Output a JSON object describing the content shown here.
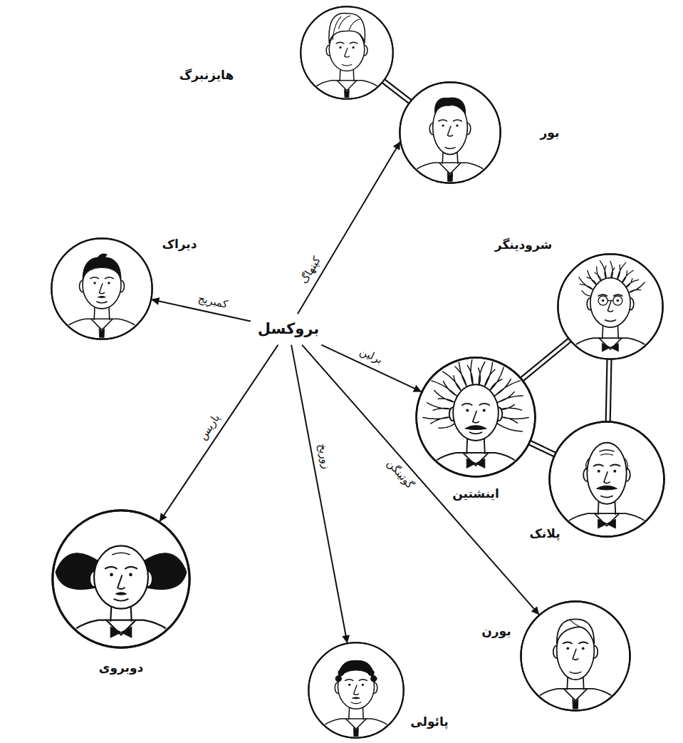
{
  "diagram": {
    "nodes": [
      {
        "text": [
          "هایزنبرگ"
        ]
      },
      {
        "text": [
          "بور"
        ]
      },
      {
        "text": [
          "دیراک"
        ]
      },
      {
        "text": [
          "شرودینگر"
        ]
      },
      {
        "text": [
          "بروکسل"
        ]
      },
      {
        "text": [
          "اینشتین"
        ]
      },
      {
        "text": [
          "پلانک"
        ]
      },
      {
        "text": [
          "دوبروی"
        ]
      },
      {
        "text": [
          "بورن"
        ]
      },
      {
        "text": [
          "پائولی"
        ]
      }
    ],
    "edges": [
      {
        "from": 4,
        "to": 1,
        "arrow": "to",
        "label": "کپنهاگ"
      },
      {
        "from": 4,
        "to": 2,
        "arrow": "to",
        "label": "کمبریج"
      },
      {
        "from": 4,
        "to": 5,
        "arrow": "to",
        "label": "برلین"
      },
      {
        "from": 4,
        "to": 7,
        "arrow": "to",
        "label": "پاریس"
      },
      {
        "from": 4,
        "to": 9,
        "arrow": "to",
        "label": "زوریخ"
      },
      {
        "from": 4,
        "to": 8,
        "arrow": "to",
        "label": "گوتینگن"
      },
      {
        "from": 0,
        "to": 1,
        "arrow": "none"
      },
      {
        "from": 5,
        "to": 3,
        "arrow": "none"
      },
      {
        "from": 5,
        "to": 6,
        "arrow": "none"
      },
      {
        "from": 3,
        "to": 6,
        "arrow": "none"
      }
    ]
  }
}
